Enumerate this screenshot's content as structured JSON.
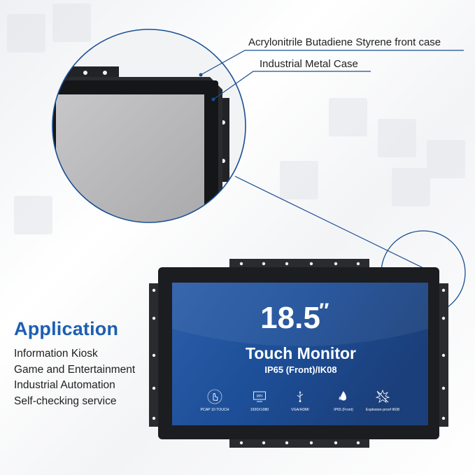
{
  "callouts": {
    "front_case": "Acrylonitrile Butadiene Styrene front case",
    "metal_case": "Industrial Metal Case"
  },
  "application": {
    "title": "Application",
    "items": [
      "Information Kiosk",
      "Game and Entertainment",
      "Industrial Automation",
      "Self-checking service"
    ]
  },
  "screen": {
    "size": "18.5",
    "size_mark": "″",
    "title": "Touch Monitor",
    "subtitle": "IP65 (Front)/IK08",
    "features": [
      {
        "icon": "touch-icon",
        "label": "PCAP 10 TOUCH"
      },
      {
        "icon": "ppi-icon",
        "label": "1920X1080",
        "icon_text": "PPI"
      },
      {
        "icon": "usb-icon",
        "label": "VGA/HDMI"
      },
      {
        "icon": "water-drop-icon",
        "label": "IP65 (Front)"
      },
      {
        "icon": "explosion-proof-icon",
        "label": "Explosion-proof IK08"
      }
    ]
  },
  "colors": {
    "accent": "#1c5fb2",
    "screen_blue": "#1b4f9c",
    "bezel": "#1e1f22"
  }
}
